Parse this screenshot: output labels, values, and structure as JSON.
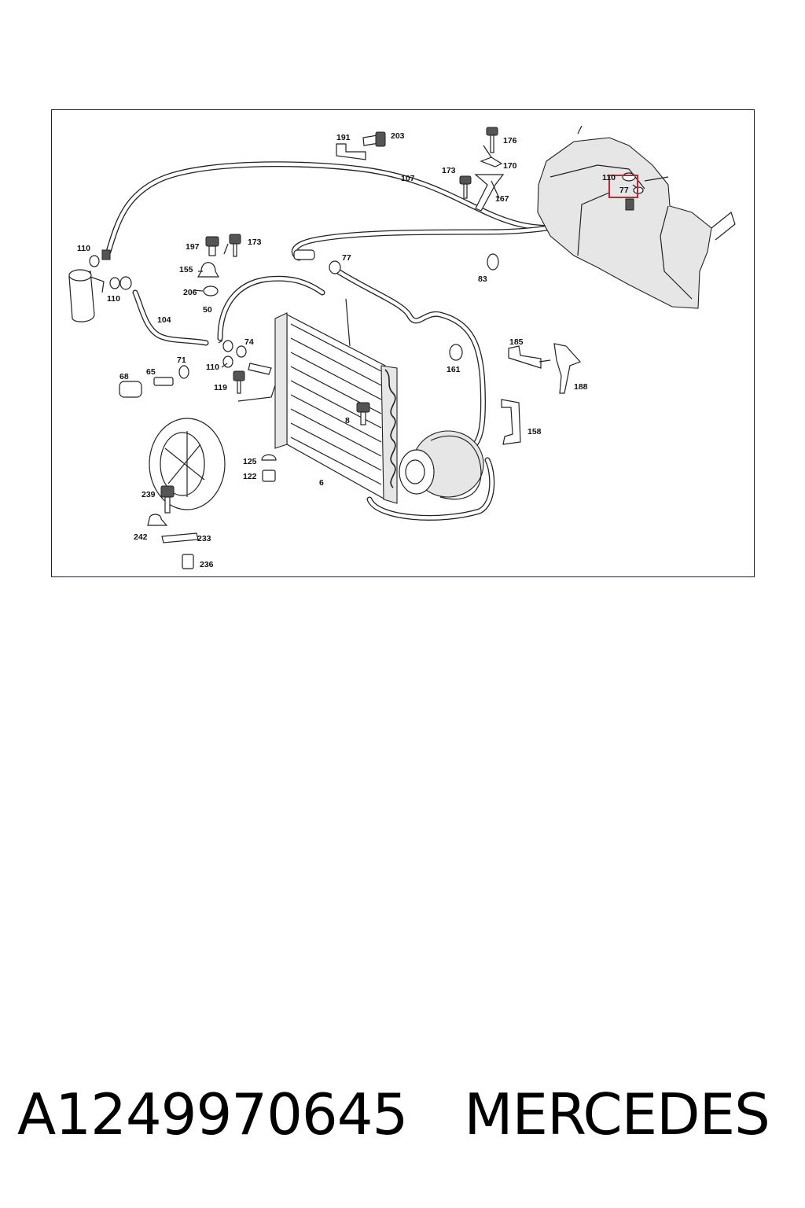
{
  "diagram": {
    "highlight_color": "#e0182d",
    "line_color": "#222222",
    "highlighted_callout": "77",
    "callouts": [
      {
        "id": "191",
        "label": "191"
      },
      {
        "id": "203",
        "label": "203"
      },
      {
        "id": "176",
        "label": "176"
      },
      {
        "id": "170",
        "label": "170"
      },
      {
        "id": "173a",
        "label": "173"
      },
      {
        "id": "107",
        "label": "107"
      },
      {
        "id": "167",
        "label": "167"
      },
      {
        "id": "110a",
        "label": "110"
      },
      {
        "id": "77a",
        "label": "77"
      },
      {
        "id": "110b",
        "label": "110"
      },
      {
        "id": "197",
        "label": "197"
      },
      {
        "id": "173b",
        "label": "173"
      },
      {
        "id": "77b",
        "label": "77"
      },
      {
        "id": "83",
        "label": "83"
      },
      {
        "id": "155",
        "label": "155"
      },
      {
        "id": "110c",
        "label": "110"
      },
      {
        "id": "206",
        "label": "206"
      },
      {
        "id": "50",
        "label": "50"
      },
      {
        "id": "104",
        "label": "104"
      },
      {
        "id": "74",
        "label": "74"
      },
      {
        "id": "71",
        "label": "71"
      },
      {
        "id": "110d",
        "label": "110"
      },
      {
        "id": "185",
        "label": "185"
      },
      {
        "id": "161",
        "label": "161"
      },
      {
        "id": "188",
        "label": "188"
      },
      {
        "id": "68",
        "label": "68"
      },
      {
        "id": "65",
        "label": "65"
      },
      {
        "id": "119",
        "label": "119"
      },
      {
        "id": "8",
        "label": "8"
      },
      {
        "id": "158",
        "label": "158"
      },
      {
        "id": "125",
        "label": "125"
      },
      {
        "id": "122",
        "label": "122"
      },
      {
        "id": "6",
        "label": "6"
      },
      {
        "id": "239",
        "label": "239"
      },
      {
        "id": "242",
        "label": "242"
      },
      {
        "id": "233",
        "label": "233"
      },
      {
        "id": "236",
        "label": "236"
      }
    ]
  },
  "caption": {
    "part_number": "A1249970645",
    "brand": "MERCEDES"
  }
}
